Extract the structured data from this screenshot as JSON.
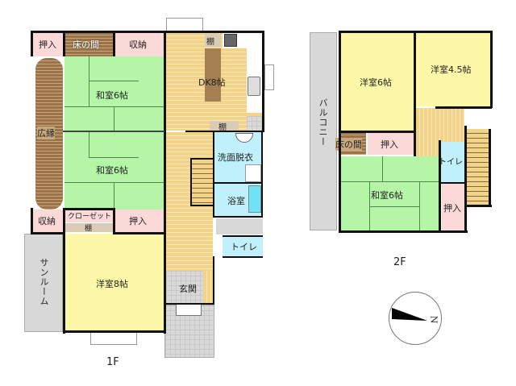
{
  "floor1": {
    "label": "1F",
    "rooms": {
      "oshiire_top": "押入",
      "tokonoma": "床の間",
      "shuno_top": "収納",
      "washitsu1": "和室6帖",
      "hiroen": "広縁",
      "washitsu2": "和室6帖",
      "shuno_bottom": "収納",
      "closet": "クローゼット",
      "tana_closet": "棚",
      "oshiire_bottom": "押入",
      "sunroom": "サンルーム",
      "yoshitsu": "洋室8帖",
      "dk": "DK8帖",
      "tana_kitchen": "棚",
      "tana_dk_bottom": "棚",
      "senmen": "洗面脱衣",
      "bathroom": "浴室",
      "toilet": "トイレ",
      "genkan": "玄関"
    }
  },
  "floor2": {
    "label": "2F",
    "rooms": {
      "balcony": "バルコニー",
      "yoshitsu6": "洋室6帖",
      "yoshitsu45": "洋室4.5帖",
      "tokonoma": "床の間",
      "oshiire_top": "押入",
      "washitsu": "和室6帖",
      "toilet": "トイレ",
      "oshiire_right": "押入"
    }
  },
  "compass": {
    "north_label": "N"
  },
  "colors": {
    "tatami": "#b5f5a8",
    "western_room": "#fdf7a8",
    "storage": "#fcd9d9",
    "wood_floor": "#f2d38a",
    "water_area": "#bff0fb",
    "exterior": "#d8d8d8",
    "wall": "#111111"
  }
}
